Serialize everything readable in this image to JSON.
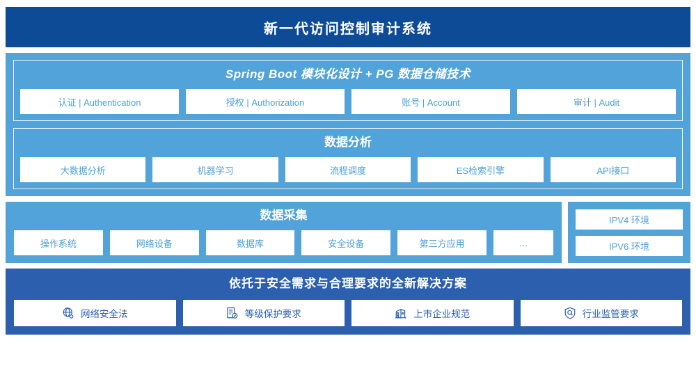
{
  "header": {
    "title": "新一代访问控制审计系统",
    "bg_color": "#0e4b96"
  },
  "platform": {
    "bg_color": "#51a3d9",
    "groups": [
      {
        "title": "Spring Boot 模块化设计 + PG 数据仓储技术",
        "title_style": "italic",
        "items": [
          {
            "label": "认证 | Authentication"
          },
          {
            "label": "授权 | Authorization"
          },
          {
            "label": "账号 | Account"
          },
          {
            "label": "审计 | Audit"
          }
        ]
      },
      {
        "title": "数据分析",
        "title_style": "normal",
        "items": [
          {
            "label": "大数据分析"
          },
          {
            "label": "机器学习"
          },
          {
            "label": "流程调度"
          },
          {
            "label": "ES检索引擎"
          },
          {
            "label": "API接口"
          }
        ]
      }
    ]
  },
  "collection": {
    "bg_color": "#51a3d9",
    "title": "数据采集",
    "items": [
      {
        "label": "操作系统"
      },
      {
        "label": "网络设备"
      },
      {
        "label": "数据库"
      },
      {
        "label": "安全设备"
      },
      {
        "label": "第三方应用"
      },
      {
        "label": "…"
      }
    ]
  },
  "environment": {
    "bg_color": "#51a3d9",
    "items": [
      {
        "label": "IPV4 环境"
      },
      {
        "label": "IPV6 环境"
      }
    ]
  },
  "compliance": {
    "bg_color": "#2c5fae",
    "title": "依托于安全需求与合理要求的全新解决方案",
    "items": [
      {
        "label": "网络安全法",
        "icon": "globe-icon"
      },
      {
        "label": "等级保护要求",
        "icon": "document-check-icon"
      },
      {
        "label": "上市企业规范",
        "icon": "bank-building-icon"
      },
      {
        "label": "行业监管要求",
        "icon": "shield-search-icon"
      }
    ]
  }
}
